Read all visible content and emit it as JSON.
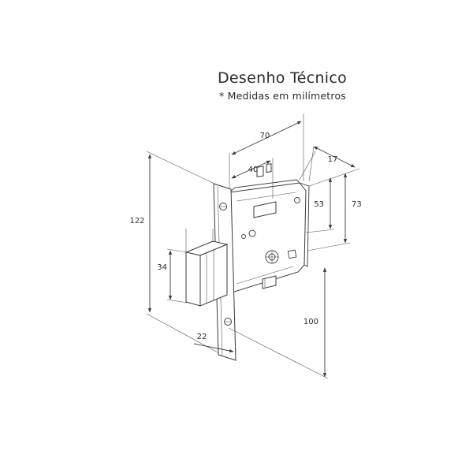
{
  "header": {
    "title": "Desenho Técnico",
    "subtitle": "* Medidas em milímetros"
  },
  "dimensions": {
    "d70": "70",
    "d40": "40",
    "d17": "17",
    "d53": "53",
    "d73": "73",
    "d122": "122",
    "d34": "34",
    "d22": "22",
    "d100": "100"
  }
}
